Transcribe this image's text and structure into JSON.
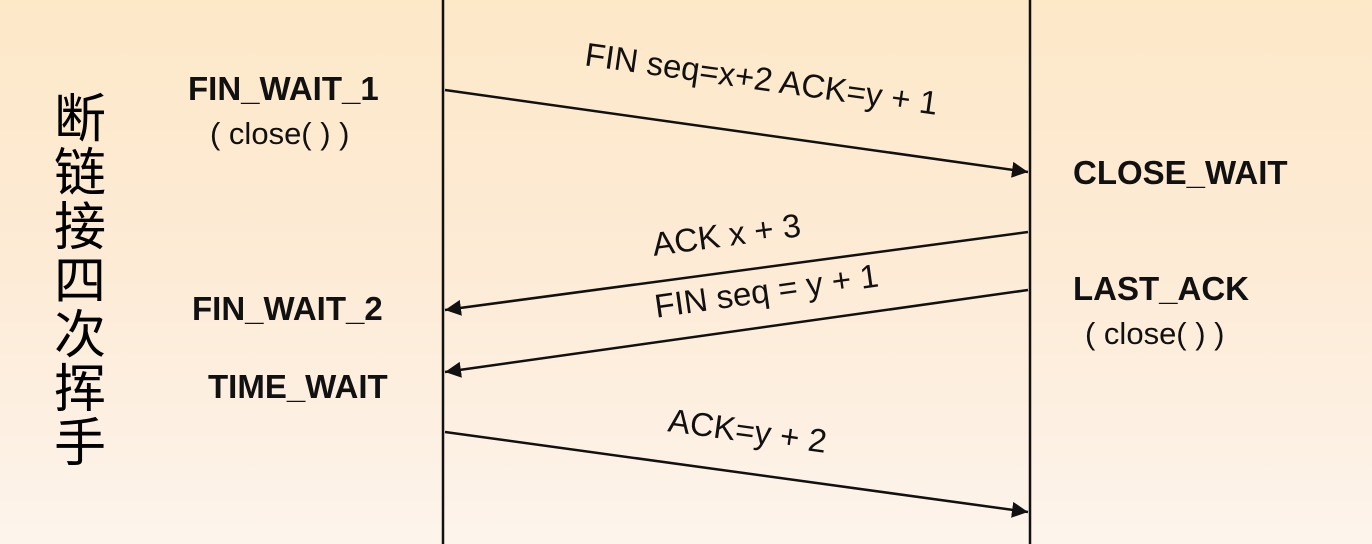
{
  "title": "断链接四次挥手",
  "left_states": {
    "fin_wait_1": "FIN_WAIT_1",
    "fin_wait_1_note": "( close( ) )",
    "fin_wait_2": "FIN_WAIT_2",
    "time_wait": "TIME_WAIT"
  },
  "right_states": {
    "close_wait": "CLOSE_WAIT",
    "last_ack": "LAST_ACK",
    "last_ack_note": "( close( ) )"
  },
  "messages": [
    {
      "label": "FIN seq=x+2 ACK=y + 1",
      "direction": "left-to-right"
    },
    {
      "label": "ACK x + 3",
      "direction": "right-to-left"
    },
    {
      "label": "FIN seq = y + 1",
      "direction": "right-to-left"
    },
    {
      "label": "ACK=y + 2",
      "direction": "left-to-right"
    }
  ]
}
